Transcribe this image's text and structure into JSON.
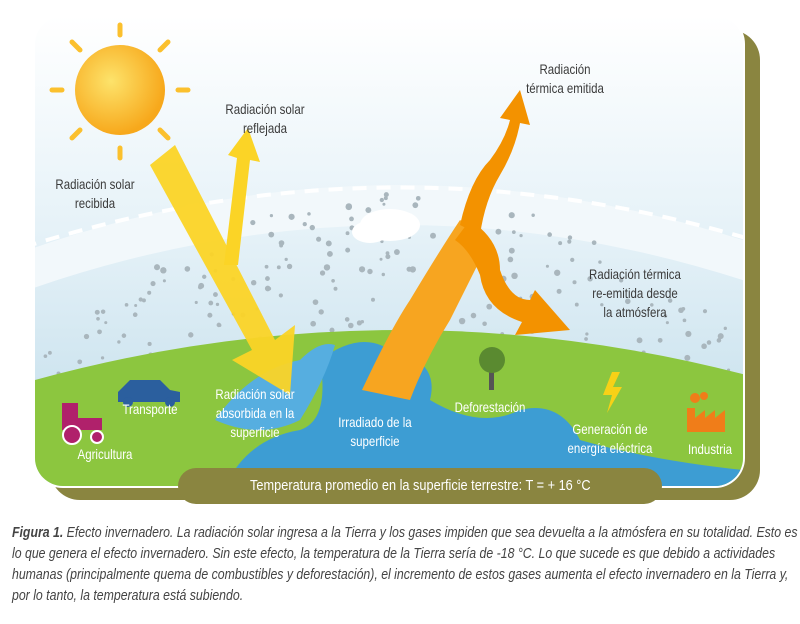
{
  "labels": {
    "solar_received": [
      "Radiación solar",
      "recibida"
    ],
    "solar_reflected": [
      "Radiación solar",
      "reflejada"
    ],
    "thermal_emitted": [
      "Radiación",
      "térmica emitida"
    ],
    "thermal_reemitted": [
      "Radiación térmica",
      "re-emitida desde",
      "la atmósfera"
    ],
    "solar_absorbed": [
      "Radiación solar",
      "absorbida en la",
      "superficie"
    ],
    "irradiated": [
      "Irradiado de la",
      "superficie"
    ],
    "transport": "Transporte",
    "agriculture": "Agricultura",
    "deforestation": "Deforestación",
    "electricity": [
      "Generación de",
      "energía eléctrica"
    ],
    "industry": "Industria"
  },
  "temperature_bar": "Temperatura promedio en la superficie terrestre: T = + 16 °C",
  "caption": {
    "label": "Figura 1.",
    "text": "Efecto invernadero. La radiación solar ingresa a la Tierra y los gases impiden que sea devuelta a la atmósfera en su totalidad. Esto es lo que genera el efecto invernadero. Sin este efecto, la temperatura de la Tierra sería de -18 °C. Lo que sucede es que debido a actividades humanas (principalmente quema de combustibles y deforestación), el incremento de estos gases aumenta el efecto invernadero en la Tierra y, por lo tanto, la temperatura está subiendo."
  },
  "colors": {
    "frame": "#8a8540",
    "sky": "#d4eaf3",
    "ground": "#8cc63f",
    "water": "#3d9dd3",
    "sun": "#fbc02d",
    "arrow_orange": "#f39200"
  }
}
